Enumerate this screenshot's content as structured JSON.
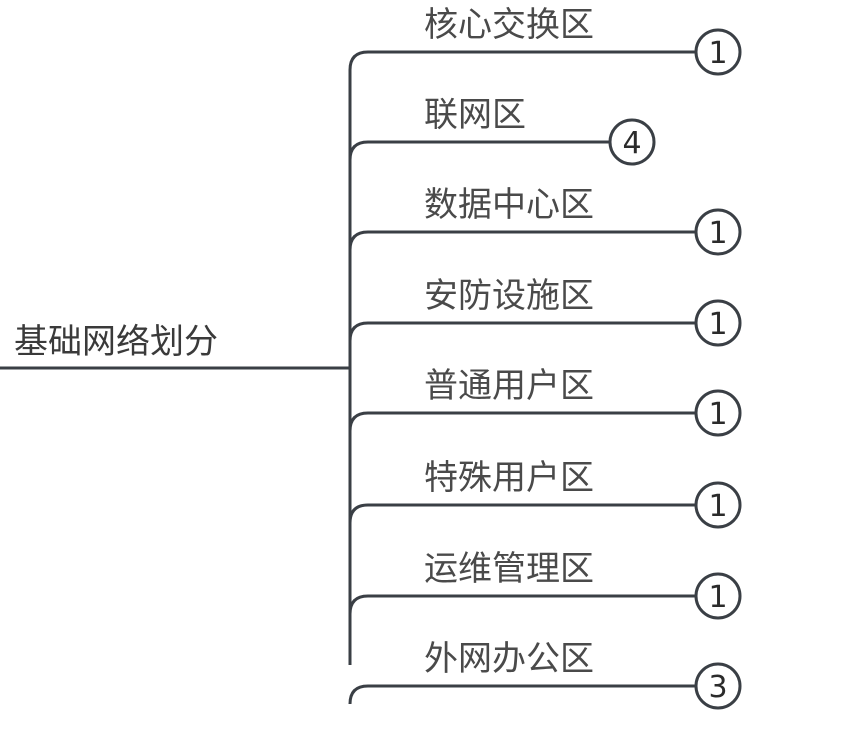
{
  "root": {
    "label": "基础网络划分"
  },
  "branches": [
    {
      "label": "核心交换区",
      "count": "1"
    },
    {
      "label": "联网区",
      "count": "4"
    },
    {
      "label": "数据中心区",
      "count": "1"
    },
    {
      "label": "安防设施区",
      "count": "1"
    },
    {
      "label": "普通用户区",
      "count": "1"
    },
    {
      "label": "特殊用户区",
      "count": "1"
    },
    {
      "label": "运维管理区",
      "count": "1"
    },
    {
      "label": "外网办公区",
      "count": "3"
    }
  ]
}
